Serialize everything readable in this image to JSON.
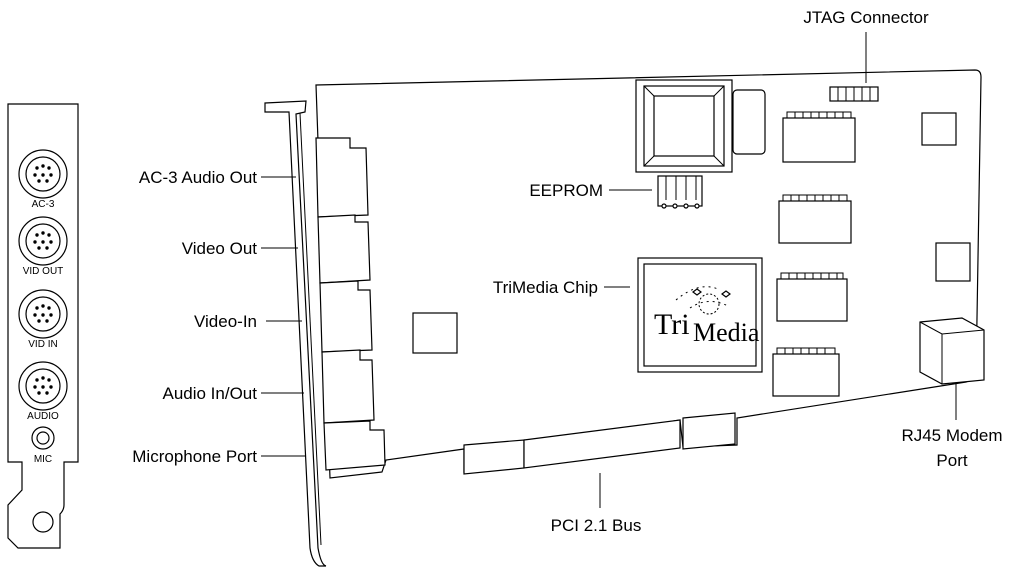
{
  "labels": {
    "jtag": "JTAG Connector",
    "ac3_audio_out": "AC-3 Audio Out",
    "video_out": "Video Out",
    "video_in": "Video-In",
    "audio_in_out": "Audio In/Out",
    "microphone_port": "Microphone Port",
    "eeprom": "EEPROM",
    "trimedia_chip": "TriMedia Chip",
    "rj45_line1": "RJ45 Modem",
    "rj45_line2": "Port",
    "pci_bus": "PCI 2.1 Bus"
  },
  "bracket_labels": {
    "ac3": "AC-3",
    "vid_out": "VID OUT",
    "vid_in": "VID IN",
    "audio": "AUDIO",
    "mic": "MIC"
  },
  "chip_logo": {
    "tri": "Tri",
    "media": "Media"
  },
  "colors": {
    "line": "#000000",
    "chip_fill": "#b8b8b8",
    "background": "#ffffff"
  }
}
